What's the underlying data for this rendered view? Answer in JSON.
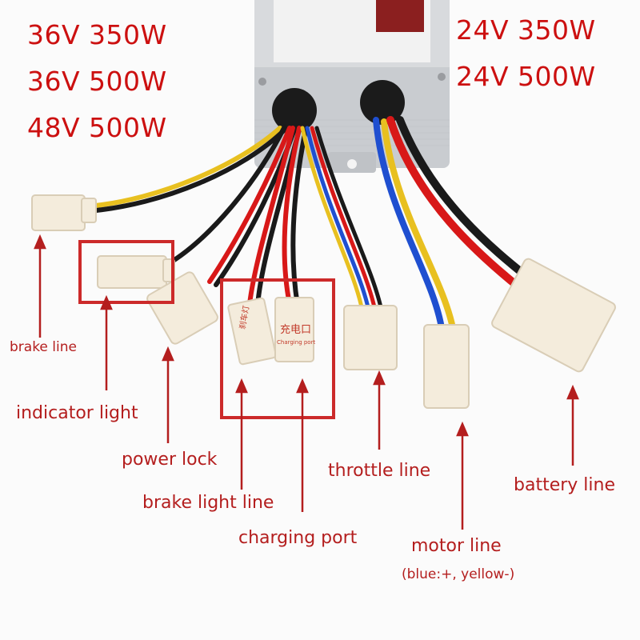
{
  "voltage_specs_left": [
    "36V 350W",
    "36V 500W",
    "48V 500W"
  ],
  "voltage_specs_right": [
    "24V 350W",
    "24V 500W"
  ],
  "connector_labels": {
    "brake_line": "brake line",
    "indicator_light": "indicator light",
    "power_lock": "power lock",
    "brake_light_line": "brake light line",
    "charging_port": "charging port",
    "throttle_line": "throttle line",
    "motor_line": "motor line",
    "motor_polarity": "(blue:+, yellow-)",
    "battery_line": "battery line"
  },
  "connector_tags": {
    "brake_light_tag": "刹车灯",
    "charging_tag": "充电口",
    "charging_tag_en": "Charging port"
  },
  "colors": {
    "label_red": "#b41e1e",
    "wire_red": "#d81818",
    "wire_blue": "#1f4fd0",
    "wire_yellow": "#e8c020",
    "wire_black": "#1a1a1a",
    "connector_cream": "#f4ecdc"
  }
}
